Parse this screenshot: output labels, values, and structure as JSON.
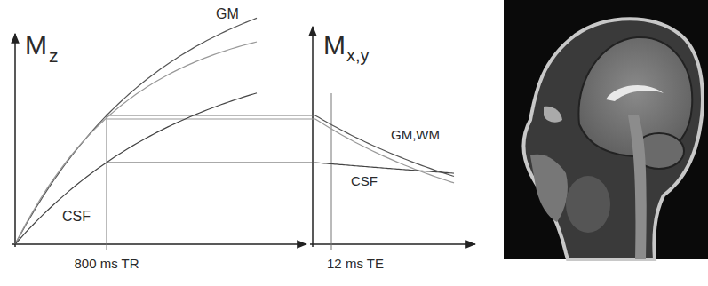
{
  "diagram": {
    "labels": [
      "GM",
      "M",
      "z",
      "CSF",
      "800 ms TR",
      "M",
      "x,y",
      "GM,WM",
      "CSF",
      "12 ms TE"
    ]
  }
}
